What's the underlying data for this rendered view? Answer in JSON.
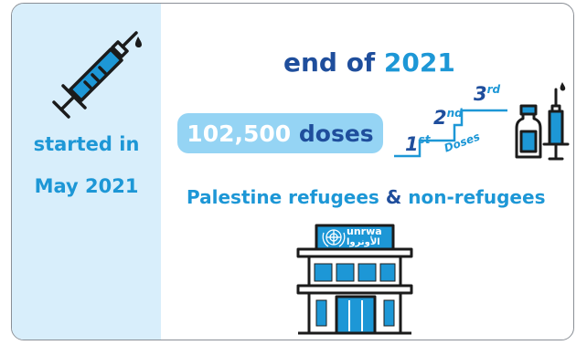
{
  "left": {
    "line1": "started in",
    "line2": "May 2021",
    "icon": "syringe-icon"
  },
  "main": {
    "headline_prefix": "end of",
    "headline_year": "2021",
    "doses_number": "102,500",
    "doses_word": "doses",
    "steps": [
      {
        "num": "1",
        "suffix": "st"
      },
      {
        "num": "2",
        "suffix": "nd"
      },
      {
        "num": "3",
        "suffix": "rd"
      }
    ],
    "steps_caption": "Doses",
    "refugees_part1": "Palestine refugees",
    "refugees_amp": "&",
    "refugees_part2": "non-refugees",
    "logo_latin": "unrwa",
    "logo_arabic": "الأونروا",
    "icons": [
      "vial-icon",
      "syringe-icon",
      "un-emblem-icon",
      "building-icon"
    ]
  },
  "colors": {
    "navy": "#1f4e9c",
    "sky": "#1d97d6",
    "pill": "#95d4f4",
    "panel": "#d8eefb",
    "ink": "#1b1b1b"
  }
}
